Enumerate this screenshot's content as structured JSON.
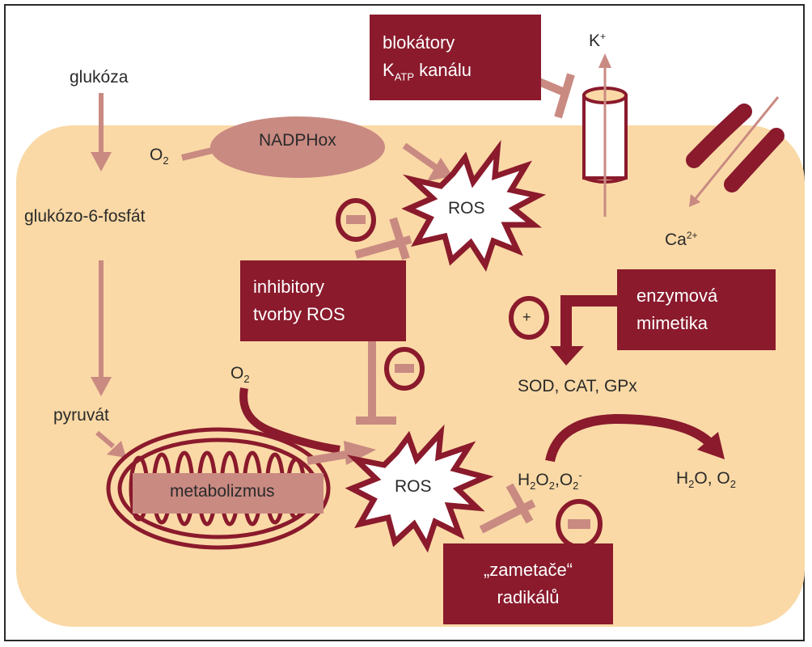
{
  "colors": {
    "cell_fill": "#fad9a6",
    "dark_red": "#8a1a2c",
    "pink_arrow": "#c98a82",
    "salmon_box": "#c98a82"
  },
  "labels": {
    "glukoza": "glukóza",
    "g6p": "glukózo-6-fosfát",
    "pyruvat": "pyruvát",
    "o2_top": "O",
    "o2_mid": "O",
    "o2_sub": "2",
    "nadphox": "NADPHox",
    "ros_top": "ROS",
    "ros_bottom": "ROS",
    "k_plus_base": "K",
    "k_plus_sup": "+",
    "ca_base": "Ca",
    "ca_sup": "2+",
    "sod": "SOD, CAT, GPx",
    "h2o2_a": "H",
    "h2o2_sub1": "2",
    "h2o2_b": "O",
    "h2o2_sub2": "2",
    "h2o2_c": ",O",
    "h2o2_sub3": "2",
    "h2o2_sup": "-",
    "h2o_a": "H",
    "h2o_sub": "2",
    "h2o_b": "O, O",
    "h2o_sub2": "2",
    "metabolizmus": "metabolizmus",
    "plus": "+"
  },
  "boxes": {
    "blokatory_line1": "blokátory",
    "blokatory_k": "K",
    "blokatory_sub": "ATP",
    "blokatory_rest": " kanálu",
    "inhibitory_line1": "inhibitory",
    "inhibitory_line2": "tvorby ROS",
    "enzymova_line1": "enzymová",
    "enzymova_line2": "mimetika",
    "zametace_line1": "„zametače“",
    "zametace_line2": "radikálů"
  }
}
